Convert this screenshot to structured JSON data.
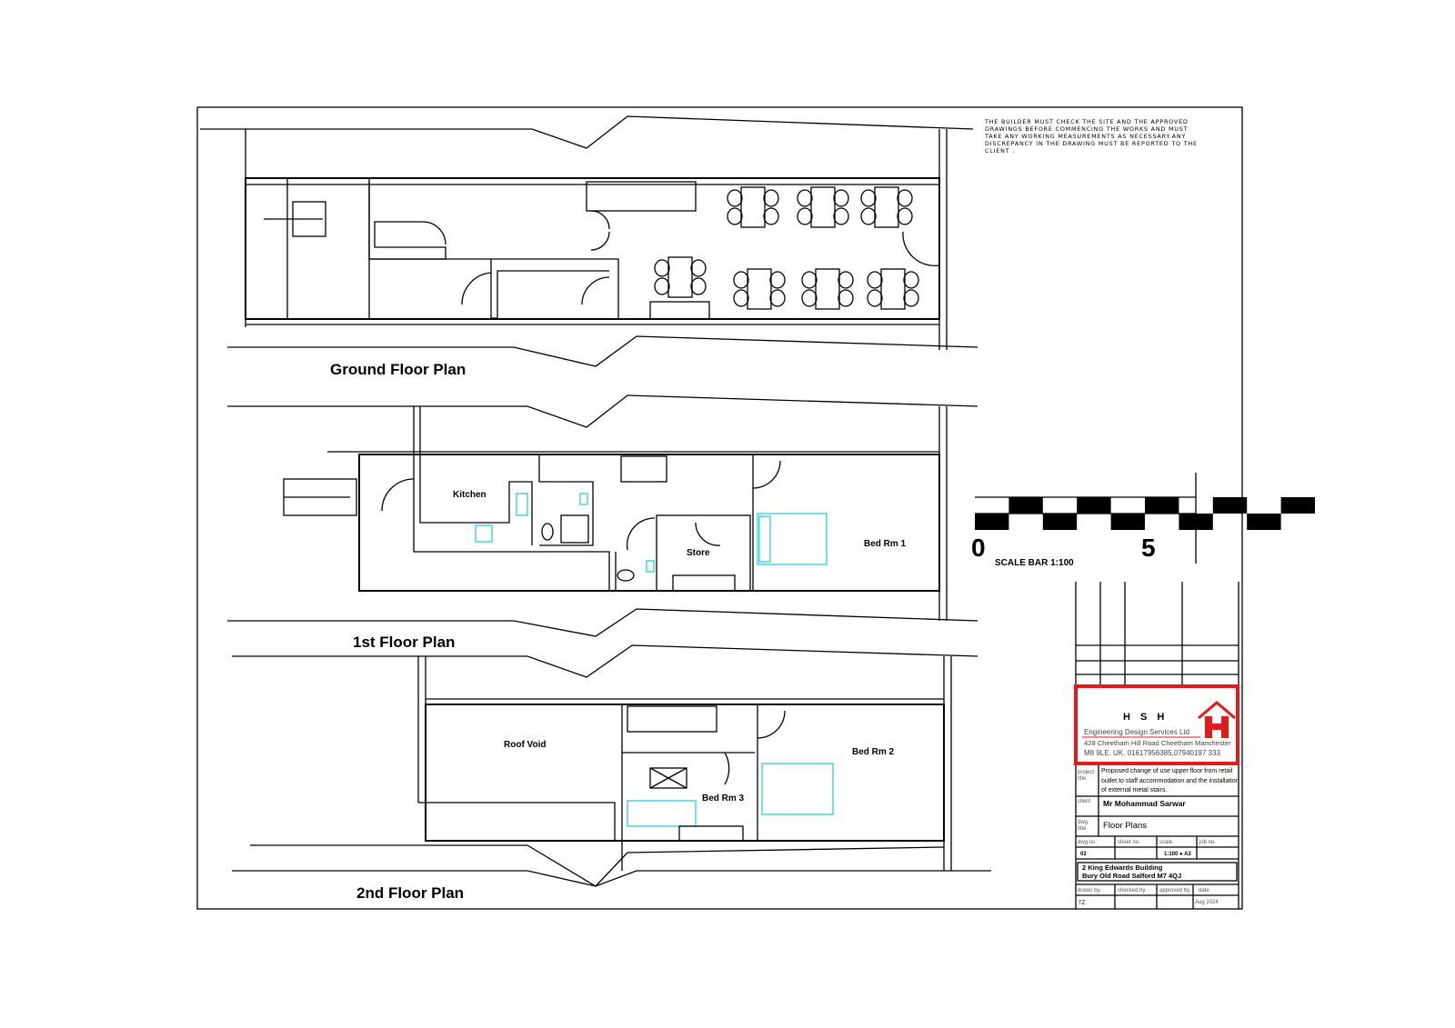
{
  "notes": {
    "lines": [
      "THE BUILDER MUST CHECK THE SITE AND THE APPROVED",
      "DRAWINGS BEFORE COMMENCING THE WORKS AND MUST",
      "TAKE ANY WORKING MEASUREMENTS AS NECESSARY.ANY",
      "DISCREPANCY IN THE DRAWING MUST BE REPORTED TO THE",
      "CLIENT ."
    ]
  },
  "plans": {
    "ground": {
      "title": "Ground Floor Plan"
    },
    "first": {
      "title": "1st Floor Plan",
      "rooms": {
        "kitchen": "Kitchen",
        "store": "Store",
        "bed1": "Bed Rm 1"
      }
    },
    "second": {
      "title": "2nd Floor Plan",
      "rooms": {
        "roof_void": "Roof Void",
        "bed2": "Bed Rm 2",
        "bed3": "Bed Rm 3"
      }
    }
  },
  "scale_bar": {
    "start": "0",
    "end": "5",
    "label": "SCALE BAR 1:100"
  },
  "title_block": {
    "company": {
      "initials": "H S H",
      "name": "Engineering Design Services Ltd",
      "address": "428 Cheetham Hill Road Cheetham Manchester",
      "contact": "M8 9LE. UK. 01617956385,07940197 333"
    },
    "project_title_label": "project title",
    "project_title": [
      "Proposed change of use upper floor from retail",
      "outlet to staff accommodation and the installation",
      "of external  metal stairs."
    ],
    "client_label": "client",
    "client": "Mr Mohammad Sarwar",
    "dwg_title_label": "dwg. title",
    "dwg_title": "Floor  Plans",
    "dwg_no_label": "dwg.no.",
    "dwg_no": "02",
    "sheet_no_label": "sheet no.",
    "scale_label": "scale.",
    "scale": "1:100 ● A3",
    "job_no_label": "job no.",
    "address": [
      "2 King Edwards Building",
      "Bury Old Road Salford M7 4QJ"
    ],
    "drawn_by_label": "drawn by.",
    "drawn_by": "TZ",
    "checked_by_label": "checked by.",
    "approved_by_label": "approved by.",
    "date_label": "date",
    "date": "Aug 2024"
  },
  "colors": {
    "logo_red": "#e31b1b",
    "fixture_cyan": "#2bd3d3"
  }
}
